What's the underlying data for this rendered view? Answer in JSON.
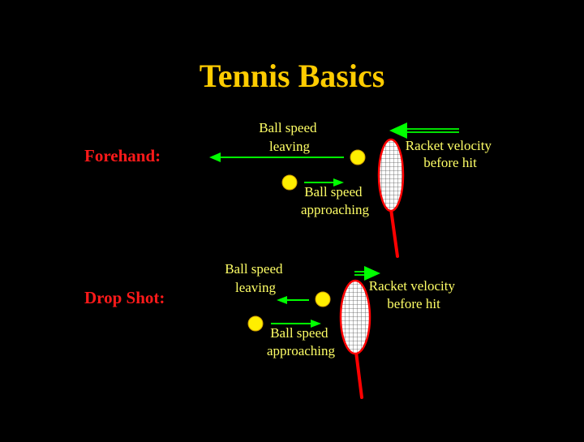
{
  "slide": {
    "title": "Tennis Basics"
  },
  "colors": {
    "background": "#000000",
    "title": "#ffcc00",
    "section_label": "#ff1a1a",
    "text": "#ffff66",
    "arrow": "#00ff00",
    "ball": "#ffee00",
    "racket_frame": "#ff0000",
    "racket_strings": "#ffffff"
  },
  "forehand": {
    "label": "Forehand:",
    "ball_leaving": [
      "Ball speed",
      "leaving"
    ],
    "ball_approaching": [
      "Ball speed",
      "approaching"
    ],
    "racket_velocity": [
      "Racket velocity",
      "before hit"
    ]
  },
  "drop_shot": {
    "label": "Drop Shot:",
    "ball_leaving": [
      "Ball speed",
      "leaving"
    ],
    "ball_approaching": [
      "Ball speed",
      "approaching"
    ],
    "racket_velocity": [
      "Racket velocity",
      "before hit"
    ]
  }
}
